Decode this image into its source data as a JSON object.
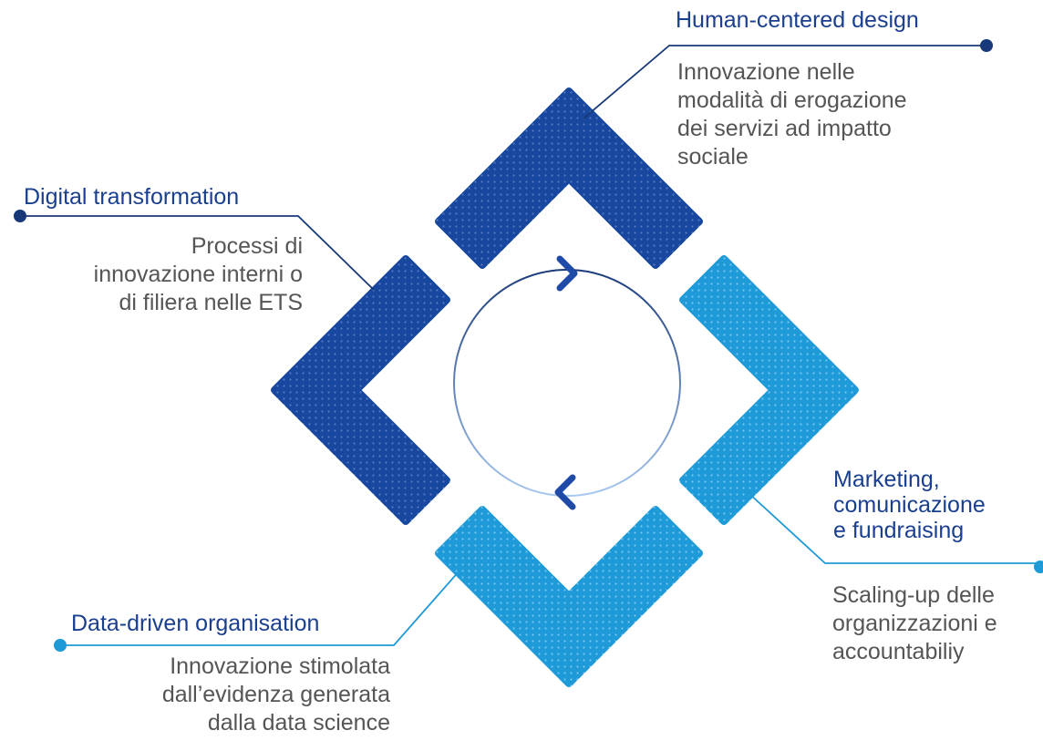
{
  "items": [
    {
      "id": "human-centered",
      "title": "Human-centered design",
      "description": "Innovazione nelle\nmodalità di erogazione\ndei servizi ad impatto\nsociale",
      "color": "#17479e"
    },
    {
      "id": "digital-transformation",
      "title": "Digital transformation",
      "description": "Processi di\ninnovazione interni o\ndi filiera nelle ETS",
      "color": "#17479e"
    },
    {
      "id": "marketing",
      "title": "Marketing,\ncomunicazione\ne fundraising",
      "description": "Scaling-up delle\norganizzazioni e\naccountabiliy",
      "color": "#1e9ad8"
    },
    {
      "id": "data-driven",
      "title": "Data-driven organisation",
      "description": "Innovazione stimolata\ndall’evidenza generata\ndalla data science",
      "color": "#1e9ad8"
    }
  ],
  "colors": {
    "dark_blue": "#17479e",
    "light_blue": "#1e9ad8",
    "navy_text": "#1a3f8f",
    "body_text": "#555555",
    "cycle_top": "#1a3a7a",
    "cycle_bottom": "#a8c8f0"
  },
  "icons": {
    "cycle": "circular-arrows",
    "chevrons": "chevron-shapes"
  }
}
